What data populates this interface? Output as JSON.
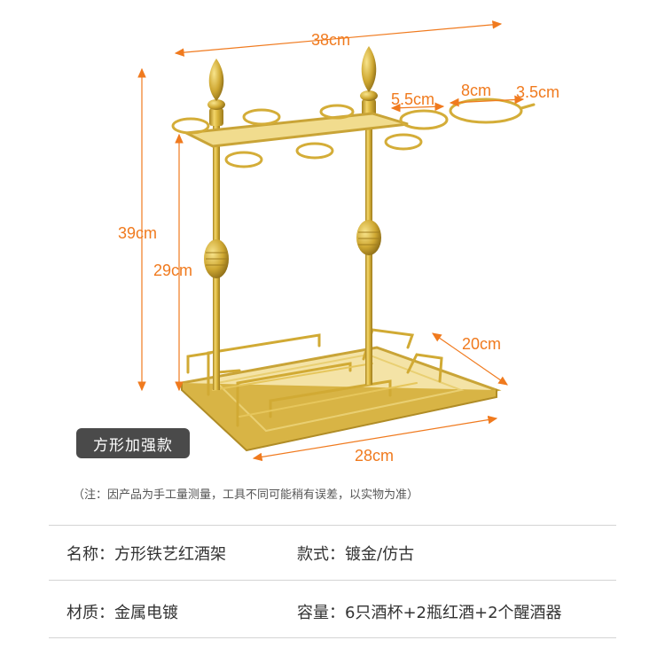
{
  "dimensions": {
    "width": "38cm",
    "height": "39cm",
    "pole_height": "29cm",
    "holder_diameter": "5.5cm",
    "ring_diameter": "8cm",
    "ring_gap": "3.5cm",
    "depth": "20cm",
    "base_length": "28cm"
  },
  "badge": "方形加强款",
  "note": "（注：因产品为手工量测量，工具不同可能稍有误差，以实物为准）",
  "specs": {
    "name": "名称：方形铁艺红酒架",
    "style": "款式：镀金/仿古",
    "material": "材质：金属电镀",
    "capacity": "容量：6只酒杯+2瓶红酒+2个醒酒器"
  },
  "colors": {
    "accent": "#f07a1e",
    "gold": "#d9b43a",
    "badge": "#4a4a4a"
  },
  "icons": {
    "product": "gold-wine-rack-image"
  }
}
